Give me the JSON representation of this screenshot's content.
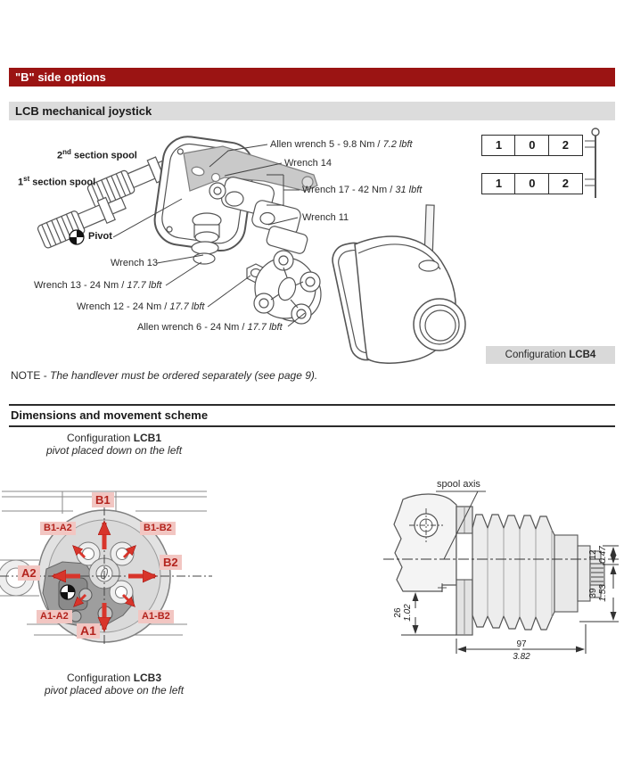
{
  "banners": {
    "b_side": "\"B\" side options",
    "lcb": "LCB mechanical joystick",
    "dims": "Dimensions and movement scheme"
  },
  "exploded": {
    "spool2_num": "2",
    "spool2_sup": "nd",
    "spool2_rest": " section spool",
    "spool1_num": "1",
    "spool1_sup": "st",
    "spool1_rest": " section spool",
    "allen5_plain": "Allen wrench 5 - 9.8 Nm / ",
    "allen5_it": "7.2 lbft",
    "wrench14": "Wrench 14",
    "wrench17_plain": "Wrench 17 - 42 Nm / ",
    "wrench17_it": "31 lbft",
    "wrench11": "Wrench 11",
    "pivot": "Pivot",
    "wrench13": "Wrench 13",
    "wrench13t_plain": "Wrench 13 - 24 Nm / ",
    "wrench13t_it": "17.7 lbft",
    "wrench12t_plain": "Wrench 12 - 24 Nm / ",
    "wrench12t_it": "17.7 lbft",
    "allen6_plain": "Allen wrench 6 - 24 Nm / ",
    "allen6_it": "17.7 lbft"
  },
  "codes": {
    "rows": [
      [
        "1",
        "0",
        "2"
      ],
      [
        "1",
        "0",
        "2"
      ]
    ]
  },
  "note": {
    "prefix": "NOTE",
    "dash": "-",
    "text": "The handlever must be ordered separately (see page 9)."
  },
  "configs": {
    "lcb4_plain": "Configuration ",
    "lcb4_bold": "LCB4",
    "lcb1_plain": "Configuration ",
    "lcb1_bold": "LCB1",
    "lcb1_sub": "pivot placed down on the left",
    "lcb3_plain": "Configuration ",
    "lcb3_bold": "LCB3",
    "lcb3_sub": "pivot placed above on the left"
  },
  "movement": {
    "b1": "B1",
    "b1a2": "B1-A2",
    "b1b2": "B1-B2",
    "a2": "A2",
    "b2": "B2",
    "a1a2": "A1-A2",
    "a1b2": "A1-B2",
    "a1": "A1"
  },
  "sideview": {
    "spool_axis": "spool axis",
    "d12_mm": "12",
    "d12_in": "0.47",
    "d39_mm": "39",
    "d39_in": "1.53",
    "d26_mm": "26",
    "d26_in": "1.02",
    "d97_mm": "97",
    "d97_in": "3.82"
  },
  "colors": {
    "accent_red": "#9b1413",
    "banner_gray": "#dcdcdc",
    "box_gray": "#d9d9d9",
    "chip_bg": "#f2c6c2",
    "chip_text": "#b3231d",
    "arrow_red": "#d8352b"
  }
}
